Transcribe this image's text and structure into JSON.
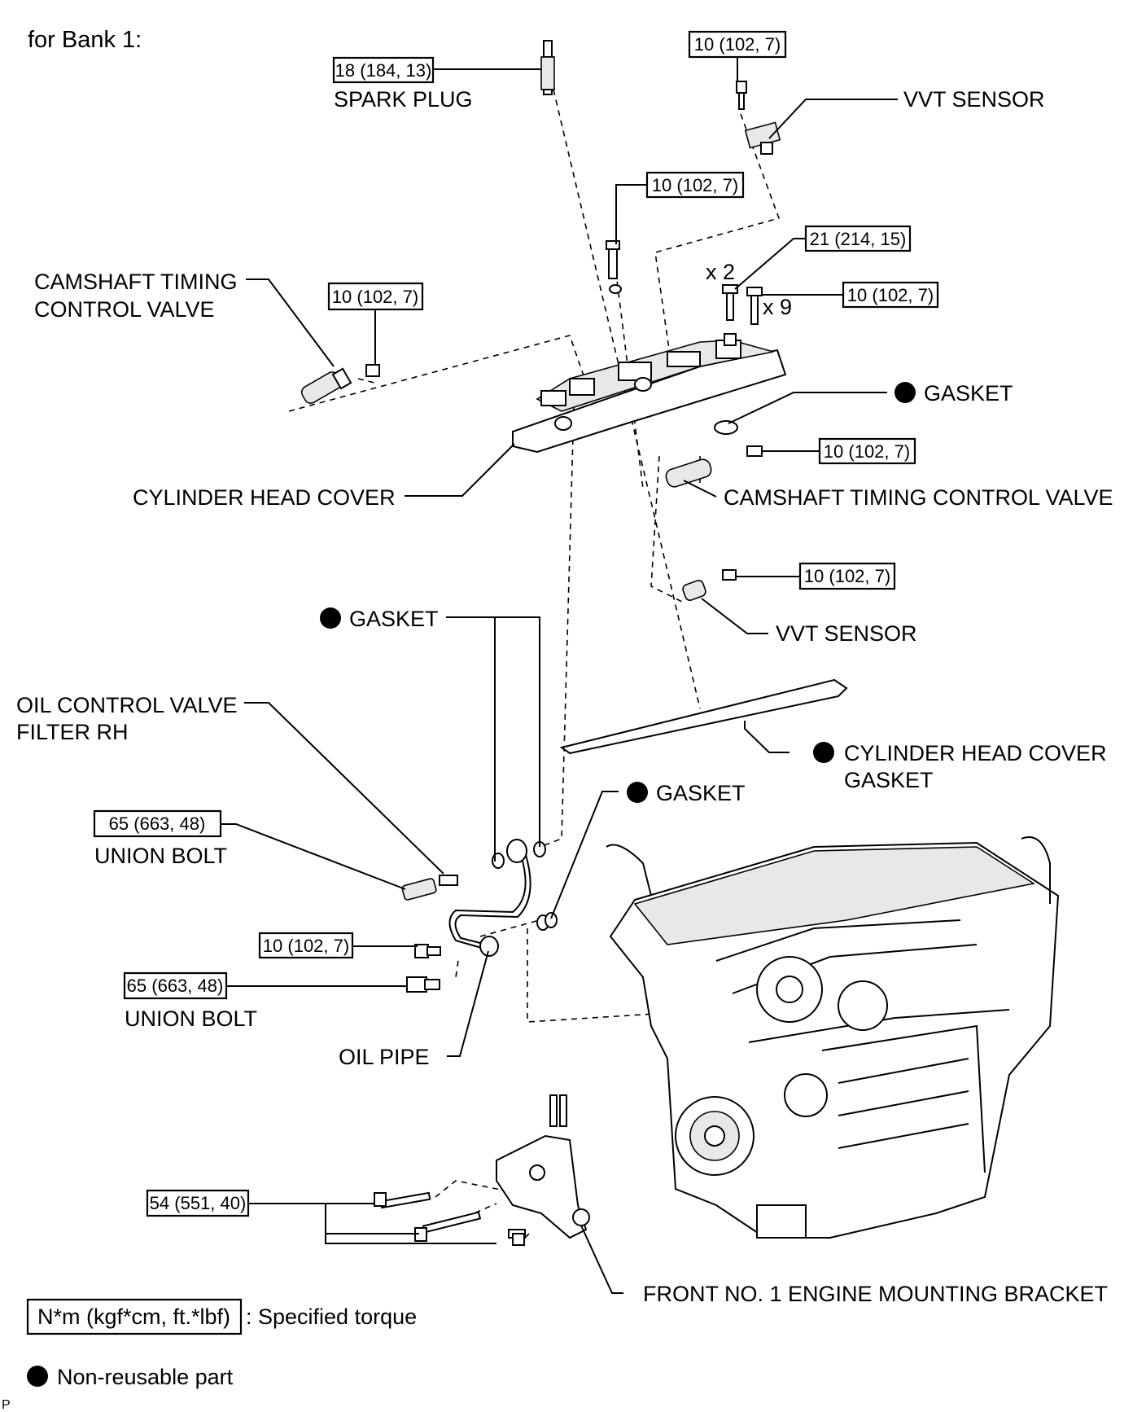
{
  "header": {
    "title": "for Bank 1:"
  },
  "torques": {
    "spark_plug": "18 (184, 13)",
    "vvt_top_bolt": "10 (102, 7)",
    "cover_stud": "10 (102, 7)",
    "left_ocv_bolt": "10 (102, 7)",
    "stud_x2": "21 (214, 15)",
    "bolt_x9": "10 (102, 7)",
    "ocv_right_bolt": "10 (102, 7)",
    "vvt_lower_bolt": "10 (102, 7)",
    "union_bolt_top": "65 (663, 48)",
    "pipe_bolt": "10 (102, 7)",
    "union_bolt_bottom": "65 (663, 48)",
    "mount_bolts": "54 (551, 40)"
  },
  "labels": {
    "spark_plug": "SPARK PLUG",
    "vvt_sensor_top": "VVT SENSOR",
    "camshaft_valve_left_1": "CAMSHAFT TIMING",
    "camshaft_valve_left_2": "CONTROL VALVE",
    "qty_x2": "x 2",
    "qty_x9": "x 9",
    "gasket_right": "GASKET",
    "cylinder_head_cover": "CYLINDER HEAD COVER",
    "camshaft_valve_right": "CAMSHAFT TIMING CONTROL VALVE",
    "vvt_sensor_lower": "VVT SENSOR",
    "gasket_mid_left": "GASKET",
    "ocv_filter_1": "OIL CONTROL VALVE",
    "ocv_filter_2": "FILTER RH",
    "head_cover_gasket_1": "CYLINDER HEAD COVER",
    "head_cover_gasket_2": "GASKET",
    "gasket_lower": "GASKET",
    "union_bolt_top": "UNION BOLT",
    "union_bolt_bottom": "UNION BOLT",
    "oil_pipe": "OIL PIPE",
    "mounting_bracket": "FRONT NO. 1 ENGINE MOUNTING BRACKET"
  },
  "legend": {
    "torque_unit": "N*m (kgf*cm, ft.*lbf)",
    "torque_text": ": Specified torque",
    "nonreusable_text": "Non-reusable part"
  },
  "corner_mark": "P"
}
